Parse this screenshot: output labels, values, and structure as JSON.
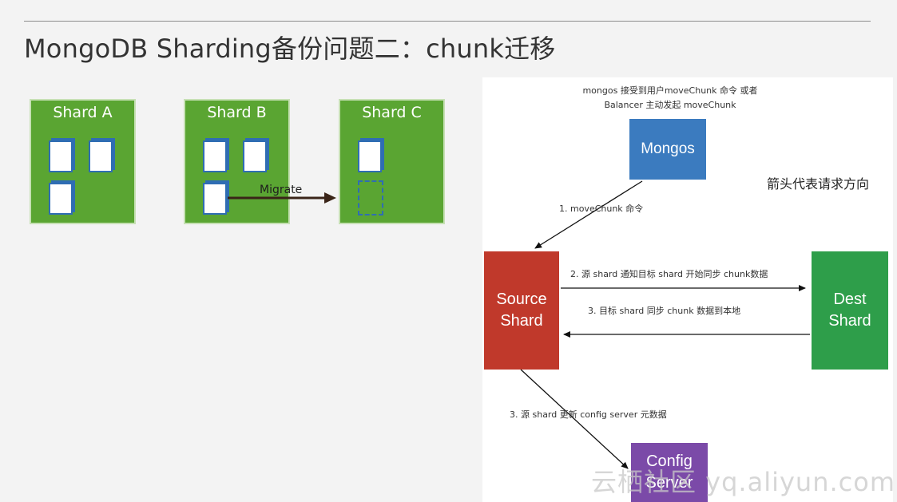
{
  "title": "MongoDB Sharding备份问题二：chunk迁移",
  "shards": [
    {
      "label": "Shard A"
    },
    {
      "label": "Shard B"
    },
    {
      "label": "Shard C"
    }
  ],
  "migrate_label": "Migrate",
  "flow": {
    "caption_line1": "mongos 接受到用户moveChunk 命令 或者",
    "caption_line2": "Balancer 主动发起 moveChunk",
    "legend_note": "箭头代表请求方向",
    "nodes": {
      "mongos": "Mongos",
      "source": "Source\nShard",
      "dest": "Dest\nShard",
      "config": "Config\nServer"
    },
    "steps": [
      "1. moveChunk 命令",
      "2. 源 shard 通知目标 shard 开始同步 chunk数据",
      "3. 目标 shard 同步 chunk 数据到本地",
      "3. 源 shard 更新 config server 元数据"
    ],
    "watermark": "云栖社区 yq.aliyun.com"
  },
  "colors": {
    "shard_green": "#5aa532",
    "doc_blue": "#2f6db3",
    "mongos_blue": "#3b7bbf",
    "source_red": "#c0392b",
    "dest_green": "#2e9e4a",
    "config_purple": "#7b4aa8"
  },
  "icons": [
    "document-icon",
    "dashed-document-icon",
    "arrow-icon"
  ]
}
